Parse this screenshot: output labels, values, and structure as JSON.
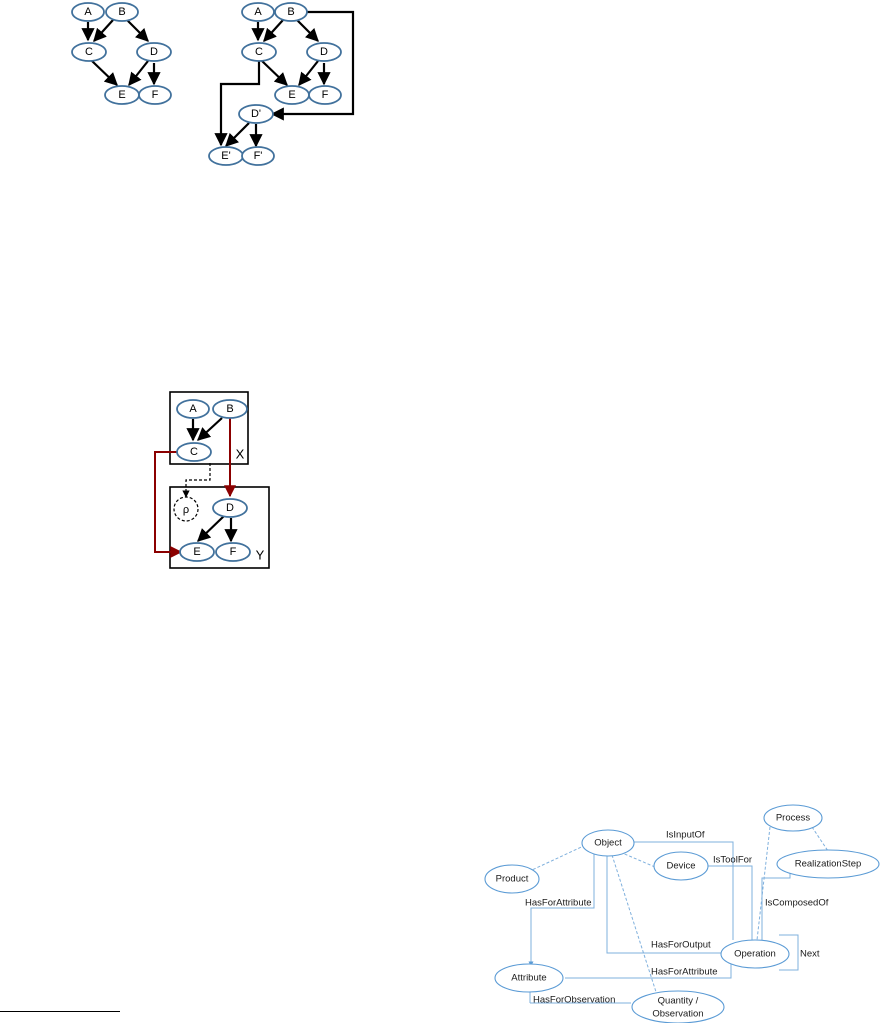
{
  "colors": {
    "node_stroke": "#41719c",
    "edge_black": "#000000",
    "edge_red": "#8b0000",
    "onto_stroke": "#5b9bd5",
    "onto_edge": "#7fb0dd"
  },
  "graph1": {
    "nodes": [
      "A",
      "B",
      "C",
      "D",
      "E",
      "F"
    ]
  },
  "graph2": {
    "nodes": [
      "A",
      "B",
      "C",
      "D",
      "E",
      "F",
      "D'",
      "E'",
      "F'"
    ]
  },
  "graph3": {
    "nodes": [
      "A",
      "B",
      "C",
      "D",
      "E",
      "F",
      "ρ"
    ],
    "box_x_label": "X",
    "box_y_label": "Y"
  },
  "ontology": {
    "nodes": {
      "object": "Object",
      "product": "Product",
      "device": "Device",
      "process": "Process",
      "realization_step": "RealizationStep",
      "operation": "Operation",
      "attribute": "Attribute",
      "quantity_line1": "Quantity /",
      "quantity_line2": "Observation"
    },
    "edges": {
      "is_input_of": "IsInputOf",
      "has_for_attribute_1": "HasForAttribute",
      "is_tool_for": "IsToolFor",
      "is_composed_of": "IsComposedOf",
      "has_for_output": "HasForOutput",
      "has_for_attribute_2": "HasForAttribute",
      "next": "Next",
      "has_for_observation": "HasForObservation"
    }
  }
}
